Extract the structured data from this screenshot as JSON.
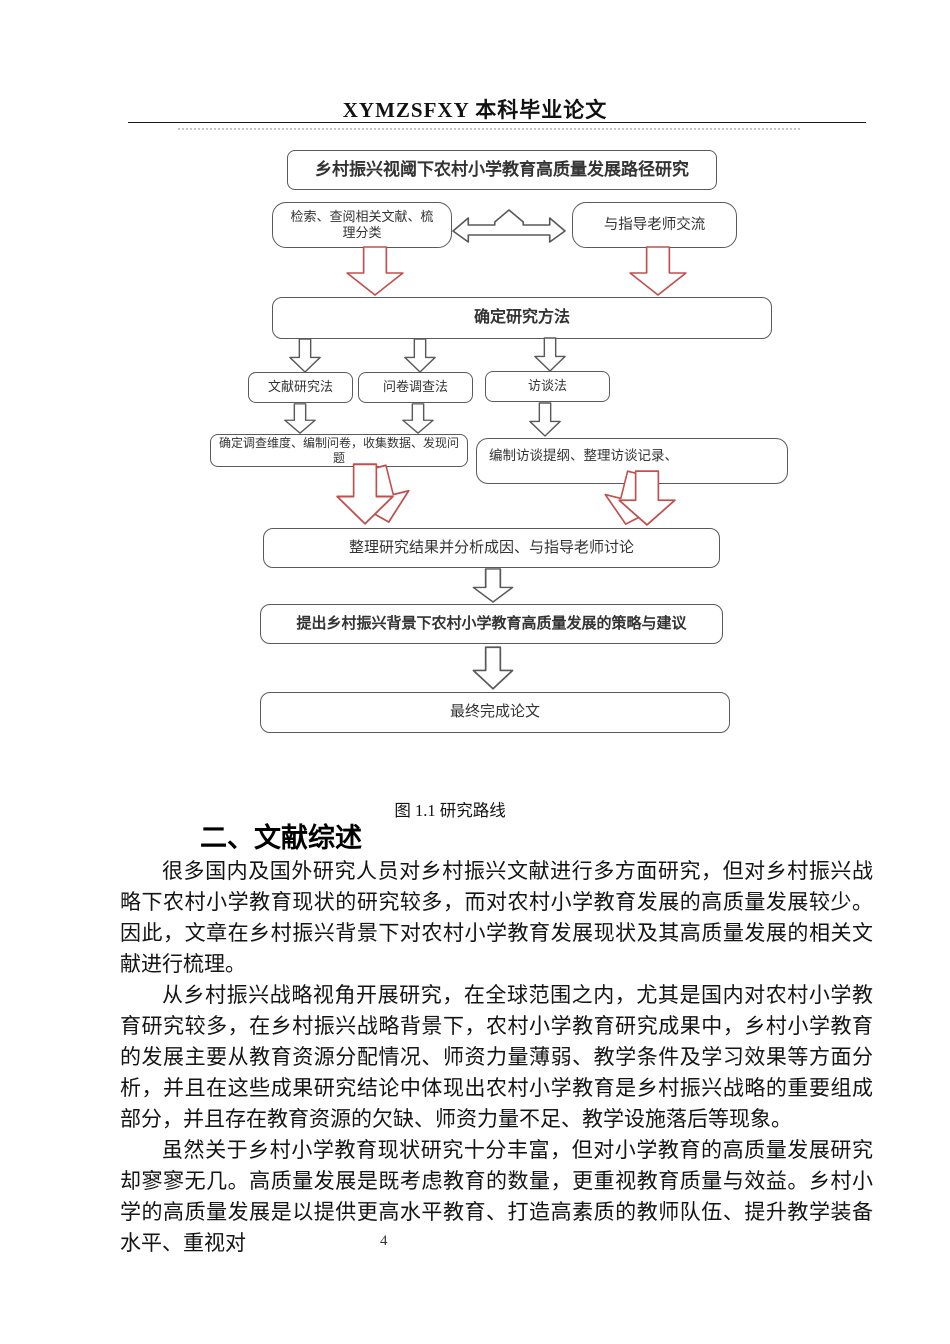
{
  "header": {
    "title": "XYMZSFXY 本科毕业论文"
  },
  "figure": {
    "caption": "图 1.1 研究路线",
    "colors": {
      "red_arrow": "#c0504d",
      "gray_arrow": "#595959"
    },
    "nodes": {
      "title": "乡村振兴视阈下农村小学教育高质量发展路径研究",
      "literature_search": "检索、查阅相关文献、梳理分类",
      "advisor_exchange": "与指导老师交流",
      "decide_method": "确定研究方法",
      "method_literature": "文献研究法",
      "method_survey": "问卷调查法",
      "method_interview": "访谈法",
      "survey_detail": "确定调查维度、编制问卷，收集数据、发现问题",
      "interview_detail": "编制访谈提纲、整理访谈记录、",
      "analyze_results": "整理研究结果并分析成因、与指导老师讨论",
      "propose_strategy": "提出乡村振兴背景下农村小学教育高质量发展的策略与建议",
      "finish_thesis": "最终完成论文"
    }
  },
  "section": {
    "heading": "二、文献综述"
  },
  "body": {
    "paragraphs": [
      "很多国内及国外研究人员对乡村振兴文献进行多方面研究，但对乡村振兴战略下农村小学教育现状的研究较多，而对农村小学教育发展的高质量发展较少。因此，文章在乡村振兴背景下对农村小学教育发展现状及其高质量发展的相关文献进行梳理。",
      "从乡村振兴战略视角开展研究，在全球范围之内，尤其是国内对农村小学教育研究较多，在乡村振兴战略背景下，农村小学教育研究成果中，乡村小学教育的发展主要从教育资源分配情况、师资力量薄弱、教学条件及学习效果等方面分析，并且在这些成果研究结论中体现出农村小学教育是乡村振兴战略的重要组成部分，并且存在教育资源的欠缺、师资力量不足、教学设施落后等现象。",
      "虽然关于乡村小学教育现状研究十分丰富，但对小学教育的高质量发展研究却寥寥无几。高质量发展是既考虑教育的数量，更重视教育质量与效益。乡村小学的高质量发展是以提供更高水平教育、打造高素质的教师队伍、提升教学装备水平、重视对"
    ]
  },
  "footer": {
    "page_number": "4"
  }
}
